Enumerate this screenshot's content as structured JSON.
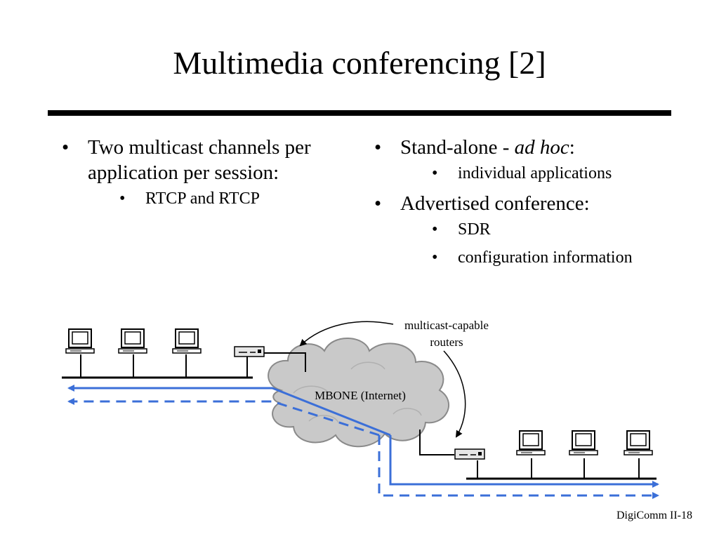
{
  "slide": {
    "title": "Multimedia conferencing [2]",
    "footer": "DigiComm II-18"
  },
  "left_column": {
    "bullet1": "Two multicast channels per application per session:",
    "sub1": "RTCP and RTCP"
  },
  "right_column": {
    "bullet1_prefix": "Stand-alone - ",
    "bullet1_italic": "ad hoc",
    "bullet1_suffix": ":",
    "bullet1_sub1": "individual applications",
    "bullet2": "Advertised conference:",
    "bullet2_sub1": "SDR",
    "bullet2_sub2": "configuration information"
  },
  "diagram": {
    "cloud_label": "MBONE (Internet)",
    "callout_line1": "multicast-capable",
    "callout_line2": "routers",
    "colors": {
      "flow": "#3b6fd8",
      "cloud_fill": "#c9c9c9",
      "cloud_stroke": "#8a8a8a"
    }
  }
}
